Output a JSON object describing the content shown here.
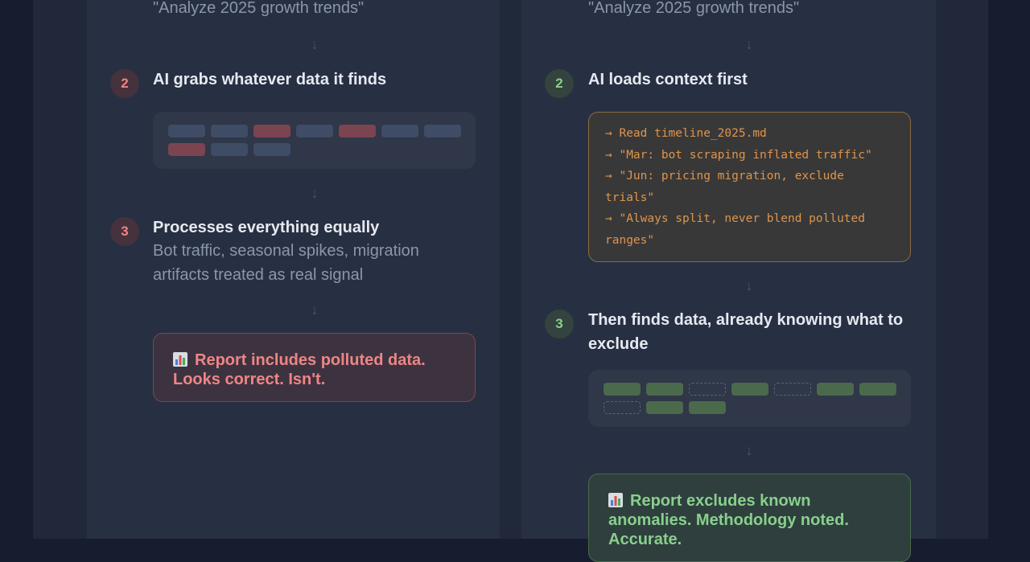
{
  "left": {
    "prompt": "\"Analyze 2025 growth trends\"",
    "step2": {
      "number": "2",
      "title": "AI grabs whatever data it finds"
    },
    "blocks": [
      "blue",
      "blue",
      "red",
      "blue",
      "red",
      "blue",
      "blue",
      "red",
      "blue",
      "blue"
    ],
    "step3": {
      "number": "3",
      "title": "Processes everything equally",
      "desc_line1": "Bot traffic, seasonal spikes, migration",
      "desc_line2": "artifacts treated as real signal"
    },
    "result": {
      "line1": "Report includes polluted data.",
      "line2": "Looks correct. Isn't."
    }
  },
  "right": {
    "prompt": "\"Analyze 2025 growth trends\"",
    "step2": {
      "number": "2",
      "title": "AI loads context first"
    },
    "code_lines": [
      "→ Read timeline_2025.md",
      "→ \"Mar: bot scraping inflated traffic\"",
      "→ \"Jun: pricing migration, exclude",
      "trials\"",
      "→ \"Always split, never blend polluted",
      "ranges\""
    ],
    "step3": {
      "number": "3",
      "title_line1": "Then finds data, already knowing what to",
      "title_line2": "exclude"
    },
    "blocks": [
      "green",
      "green",
      "dashed",
      "green",
      "dashed",
      "green",
      "green",
      "dashed",
      "green",
      "green"
    ],
    "result": {
      "line1": "Report excludes known",
      "line2": "anomalies. Methodology noted.",
      "line3": "Accurate."
    }
  },
  "arrow_glyph": "↓",
  "icon": "bar-chart-icon",
  "colors": {
    "background": "#171d2e",
    "red_accent": "#ee8585",
    "green_accent": "#88d08c",
    "orange_code": "#e0944a"
  }
}
